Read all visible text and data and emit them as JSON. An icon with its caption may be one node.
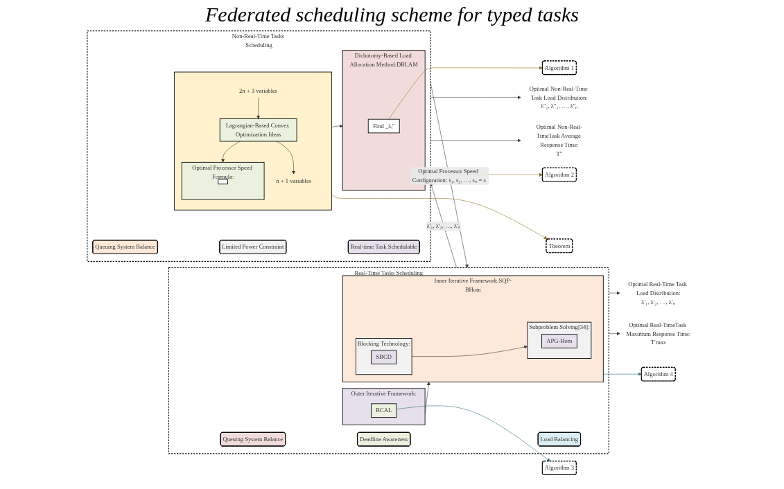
{
  "diagram": {
    "title": "Federated scheduling scheme for typed tasks",
    "nodes": [
      {
        "text": [
          "Real-Time Tasks Scheduling"
        ]
      },
      {
        "text": [
          "Queuing System Balance"
        ],
        "in": 0
      },
      {
        "text": [
          "Deadline Awareness"
        ],
        "in": 0
      },
      {
        "text": [
          "Load Balancing"
        ],
        "in": 0
      },
      {
        "text": [
          "Outer Iterative Framework:"
        ],
        "in": 0
      },
      {
        "text": [
          "BCAL"
        ],
        "in": 4
      },
      {
        "text": [
          "Inner Iterative Framework:SQP-BHom"
        ],
        "in": 0
      },
      {
        "text": [
          "Blocking Technology:"
        ],
        "in": 6
      },
      {
        "text": [
          "SBCD"
        ],
        "in": 7
      },
      {
        "text": [
          "Subproblem Solving[34]:"
        ],
        "in": 6
      },
      {
        "text": [
          "APG-Hom"
        ],
        "in": 9
      },
      {
        "text": [
          "Non-Real-Time Tasks Scheduling"
        ]
      },
      {
        "text": [
          "Queuing System Balance"
        ],
        "in": 11
      },
      {
        "text": [
          "Limited Power Constraint"
        ],
        "in": 11
      },
      {
        "text": [
          "Real-time Task Schedulable"
        ],
        "in": 11
      },
      {
        "text": [],
        "shape": "box",
        "in": 11
      },
      {
        "text": [
          "2n + 3 variables"
        ],
        "in": 15
      },
      {
        "text": [
          "Lagrangian-Based Convex Optimization Ideas"
        ],
        "in": 15
      },
      {
        "text": [
          "n + 1 variables"
        ],
        "in": 15
      },
      {
        "text": [
          "Optimal Processor Speed Formula:"
        ],
        "in": 15
      },
      {
        "text": [],
        "shape": "box",
        "in": 19
      },
      {
        "text": [
          "Dichotomy-Based Load Allocation Method:DBLAM"
        ],
        "in": 11
      },
      {
        "text": [
          "Find _λᵢ″"
        ],
        "in": 21
      },
      {
        "text": [
          "Optimal Real-Time Task Load Distribution:",
          "λ′₁, λ′₂, …, λ′ₙ"
        ]
      },
      {
        "text": [
          "Optimal Real-TimeTask Maximum Response Time:",
          "T′max"
        ]
      },
      {
        "text": [
          "Optimal Non-Real-Time Task Load Distribution:",
          "λ″₁, λ″₂, …, λ″ₙ"
        ]
      },
      {
        "text": [
          "Optimal Non-Real-TimeTask Average Response Time:",
          "T″"
        ]
      },
      {
        "text": [
          "Algorithm 3"
        ]
      },
      {
        "text": [
          "Algorithm 4"
        ]
      },
      {
        "text": [
          "Theorem"
        ]
      },
      {
        "text": [
          "Algorithm 2"
        ]
      },
      {
        "text": [
          "Algorithm 1"
        ]
      }
    ],
    "edges": [
      {
        "from": 11,
        "to": 0,
        "arrow": "to",
        "label": "Optimal Processor Speed Configuration: s₁, s₂, …, sₙ = s"
      },
      {
        "from": 4,
        "to": 6,
        "arrow": "to"
      },
      {
        "from": 7,
        "to": 9,
        "arrow": "to"
      },
      {
        "from": 0,
        "to": 11,
        "arrow": "to",
        "label": "λ′₁, λ′₂, …, λ′ₙ"
      },
      {
        "from": 17,
        "to": 19,
        "arrow": "to"
      },
      {
        "from": 15,
        "to": 21,
        "arrow": "to"
      },
      {
        "from": 16,
        "to": 17,
        "arrow": "to"
      },
      {
        "from": 17,
        "to": 18,
        "arrow": "to"
      },
      {
        "from": 0,
        "to": 23,
        "arrow": "to"
      },
      {
        "from": 0,
        "to": 24,
        "arrow": "to"
      },
      {
        "from": 11,
        "to": 25,
        "arrow": "to"
      },
      {
        "from": 11,
        "to": 26,
        "arrow": "to"
      },
      {
        "from": 5,
        "to": 27,
        "arrow": "to",
        "color": "#2e6b7a"
      },
      {
        "from": 6,
        "to": 28,
        "arrow": "to",
        "color": "#2e6b7a"
      },
      {
        "from": 15,
        "to": 29,
        "arrow": "to",
        "color": "#8a6d1a"
      },
      {
        "from": 21,
        "to": 30,
        "arrow": "to",
        "color": "#8a6d1a"
      },
      {
        "from": 22,
        "to": 31,
        "arrow": "to",
        "color": "#8a6d1a"
      }
    ]
  }
}
